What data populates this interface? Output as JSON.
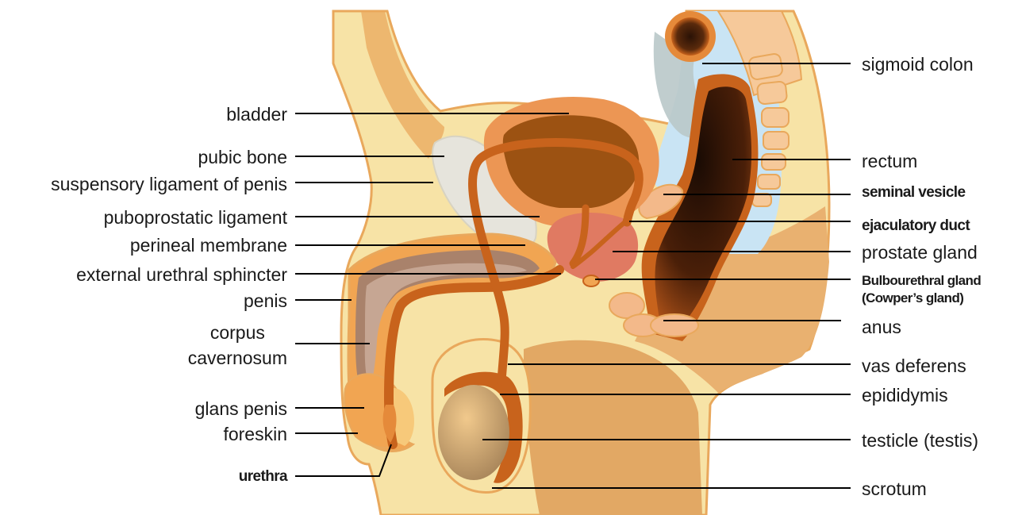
{
  "labels_left": {
    "bladder": "bladder",
    "pubic_bone": "pubic bone",
    "suspensory_ligament": "suspensory ligament of penis",
    "puboprostatic_ligament": "puboprostatic ligament",
    "perineal_membrane": "perineal membrane",
    "external_urethral_sphincter": "external urethral sphincter",
    "penis": "penis",
    "corpus_line1": "corpus",
    "corpus_line2": "cavernosum",
    "glans_penis": "glans penis",
    "foreskin": "foreskin",
    "urethra": "urethra"
  },
  "labels_right": {
    "sigmoid_colon": "sigmoid colon",
    "rectum": "rectum",
    "seminal_vesicle": "seminal vesicle",
    "ejaculatory_duct": "ejaculatory duct",
    "prostate_gland": "prostate gland",
    "bulbourethral_line1": "Bulbourethral gland",
    "bulbourethral_line2": "(Cowper’s gland)",
    "anus": "anus",
    "vas_deferens": "vas deferens",
    "epididymis": "epididymis",
    "testicle": "testicle (testis)",
    "scrotum": "scrotum"
  },
  "colors": {
    "skin": "#f7e3a6",
    "skin_dark": "#e9a85c",
    "orange": "#e58a3a",
    "duct": "#c8631c",
    "dark_brown": "#6b2f0a",
    "prostate": "#e07a62",
    "bone": "#e6e4dc",
    "pelvic_cavity": "#c9e4f4",
    "testis": "#c9a06a",
    "leader_line": "#000000"
  }
}
